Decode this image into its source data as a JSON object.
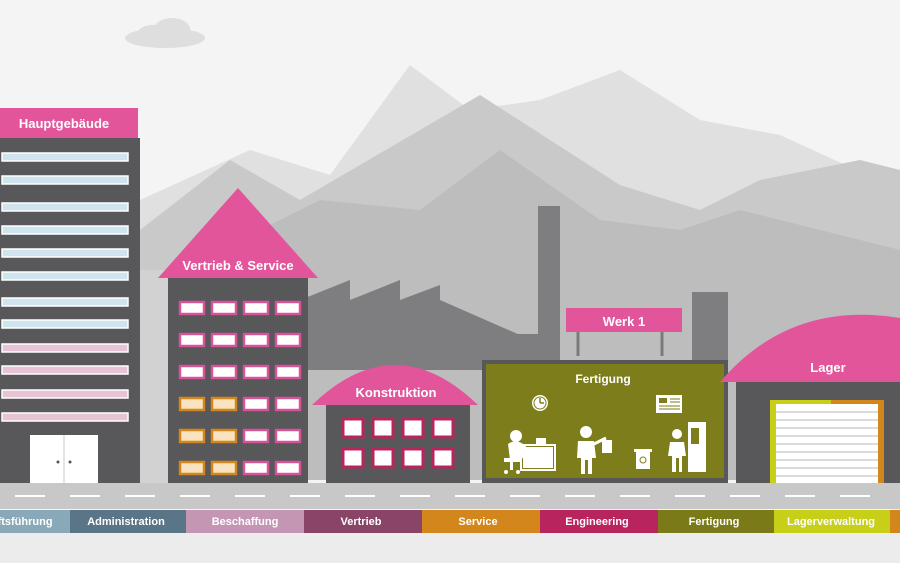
{
  "buildings": {
    "hauptgebaeude": "Hauptgebäude",
    "vertrieb_service": "Vertrieb & Service",
    "konstruktion": "Konstruktion",
    "werk": "Werk 1",
    "fertigung": "Fertigung",
    "lager": "Lager"
  },
  "departments": [
    {
      "label": "Geschäftsführung",
      "visible_label": "äftsführung",
      "color": "#8aa9b8"
    },
    {
      "label": "Administration",
      "color": "#5a7488"
    },
    {
      "label": "Beschaffung",
      "color": "#c496b4"
    },
    {
      "label": "Vertrieb",
      "color": "#8a4468"
    },
    {
      "label": "Service",
      "color": "#d2861c"
    },
    {
      "label": "Engineering",
      "color": "#b8245e"
    },
    {
      "label": "Fertigung",
      "color": "#7a7a18"
    },
    {
      "label": "Lagerverwaltung",
      "color": "#c7cf18"
    }
  ],
  "colors": {
    "pink": "#e2559a",
    "dark_gray": "#5a5a5c",
    "olive": "#7d7d1b",
    "orange": "#d2861c",
    "road": "#c8c8c8"
  }
}
